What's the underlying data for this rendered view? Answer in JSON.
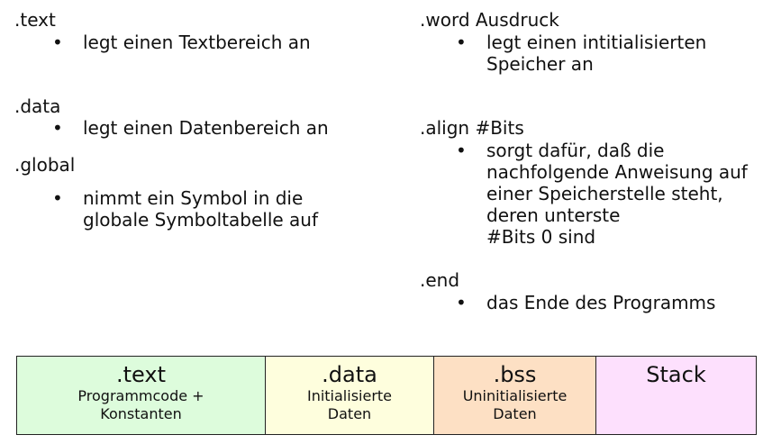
{
  "directives": {
    "text": {
      "name": ".text",
      "desc": [
        "legt einen Textbereich an"
      ]
    },
    "data": {
      "name": ".data",
      "desc": [
        "legt einen Datenbereich an"
      ]
    },
    "global": {
      "name": ".global",
      "desc": [
        "nimmt ein Symbol in die",
        "globale Symboltabelle auf"
      ]
    },
    "word": {
      "name": ".word Ausdruck",
      "desc": [
        "legt einen intitialisierten",
        "Speicher an"
      ]
    },
    "align": {
      "name": ".align #Bits",
      "desc": [
        "sorgt dafür, daß die",
        "nachfolgende Anweisung auf",
        "einer Speicherstelle steht,",
        "deren unterste",
        "#Bits 0 sind"
      ]
    },
    "end": {
      "name": ".end",
      "desc": [
        "das Ende des Programms"
      ]
    }
  },
  "bullet_char": "•",
  "memory_map": {
    "text": {
      "title": ".text",
      "desc": [
        "Programmcode +",
        "Konstanten"
      ],
      "color": "#ddfcdc"
    },
    "data": {
      "title": ".data",
      "desc": [
        "Initialisierte",
        "Daten"
      ],
      "color": "#fefedd"
    },
    "bss": {
      "title": ".bss",
      "desc": [
        "Uninitialisierte",
        "Daten"
      ],
      "color": "#fde0c4"
    },
    "stack": {
      "title": "Stack",
      "desc": [],
      "color": "#fde0fd"
    }
  }
}
